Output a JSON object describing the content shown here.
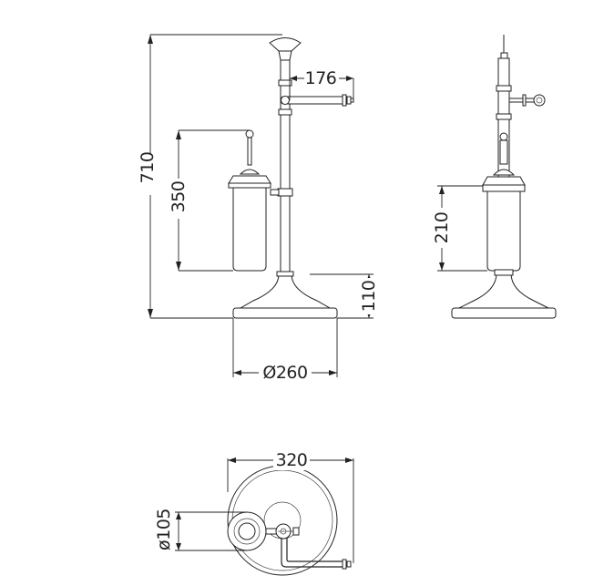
{
  "dimensions": {
    "height_total": "710",
    "arm_length": "176",
    "brush_height": "350",
    "base_height": "110",
    "base_diameter": "Ø260",
    "side_brush_height": "210",
    "plan_width": "320",
    "holder_diameter": "ø105"
  },
  "colors": {
    "line": "#222222",
    "background": "#ffffff"
  }
}
